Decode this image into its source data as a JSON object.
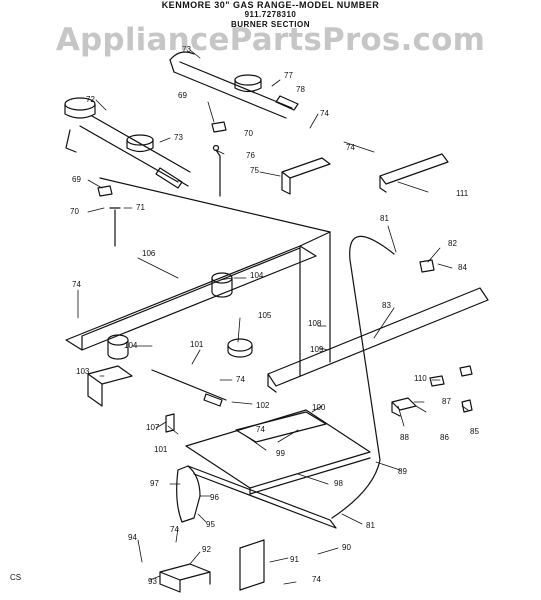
{
  "header": {
    "line1": "KENMORE 30\" GAS RANGE--MODEL NUMBER",
    "line2": "911.7278310",
    "line3": "BURNER SECTION"
  },
  "watermark": "AppliancePartsPros.com",
  "corner_code": "CS",
  "callouts": [
    "73",
    "77",
    "78",
    "72",
    "69",
    "70",
    "73",
    "74",
    "74",
    "76",
    "75",
    "111",
    "69",
    "71",
    "70",
    "106",
    "104",
    "81",
    "82",
    "84",
    "83",
    "74",
    "104",
    "105",
    "108",
    "109",
    "101",
    "103",
    "74",
    "102",
    "110",
    "100",
    "87",
    "107",
    "101",
    "86",
    "85",
    "88",
    "99",
    "74",
    "98",
    "89",
    "97",
    "96",
    "95",
    "81",
    "74",
    "94",
    "92",
    "90",
    "91",
    "93",
    "74"
  ],
  "colors": {
    "ink": "#111111",
    "watermark": "#7a7a7a"
  }
}
